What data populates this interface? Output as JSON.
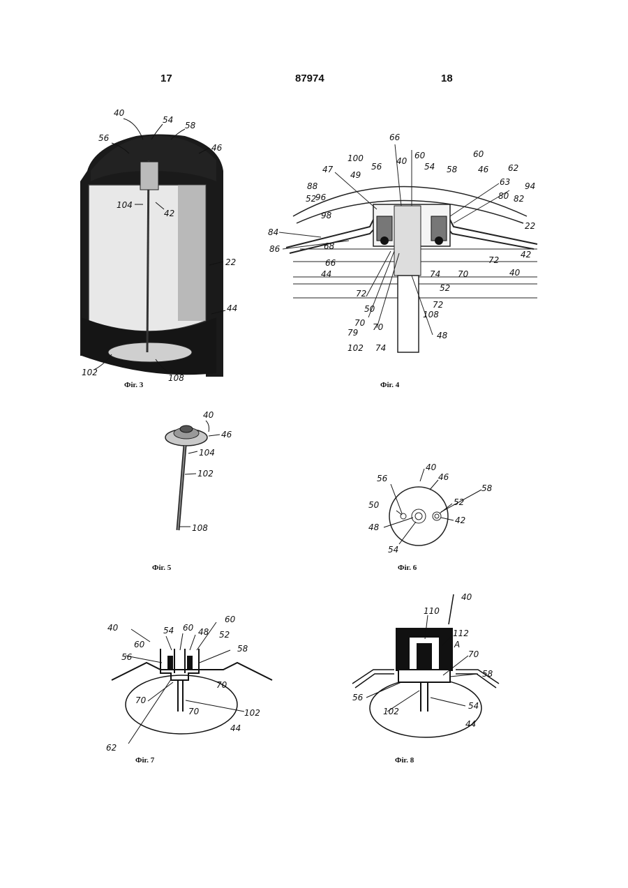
{
  "header": {
    "left_page": "17",
    "patent_number": "87974",
    "right_page": "18"
  },
  "figures": {
    "fig3": {
      "caption": "Фіг. 3",
      "labels": [
        "40",
        "54",
        "58",
        "56",
        "46",
        "104",
        "42",
        "22",
        "44",
        "102",
        "108"
      ]
    },
    "fig4": {
      "caption": "Фіг. 4",
      "labels": [
        "66",
        "60",
        "100",
        "40",
        "54",
        "60",
        "47",
        "56",
        "58",
        "46",
        "62",
        "49",
        "63",
        "88",
        "94",
        "80",
        "82",
        "52",
        "96",
        "98",
        "22",
        "84",
        "68",
        "86",
        "42",
        "66",
        "44",
        "72",
        "74",
        "70",
        "40",
        "72",
        "52",
        "72",
        "70",
        "79",
        "70",
        "108",
        "48",
        "102",
        "74",
        "50"
      ]
    },
    "fig5": {
      "caption": "Фіг. 5",
      "labels": [
        "40",
        "46",
        "104",
        "102",
        "108"
      ]
    },
    "fig6": {
      "caption": "Фіг. 6",
      "labels": [
        "40",
        "56",
        "46",
        "58",
        "50",
        "52",
        "48",
        "42",
        "54"
      ]
    },
    "fig7": {
      "caption": "Фіг. 7",
      "labels": [
        "40",
        "54",
        "60",
        "48",
        "60",
        "52",
        "60",
        "58",
        "56",
        "70",
        "70",
        "70",
        "102",
        "44",
        "62"
      ]
    },
    "fig8": {
      "caption": "Фіг. 8",
      "labels": [
        "40",
        "110",
        "112",
        "A",
        "70",
        "58",
        "56",
        "54",
        "102",
        "44"
      ]
    }
  }
}
